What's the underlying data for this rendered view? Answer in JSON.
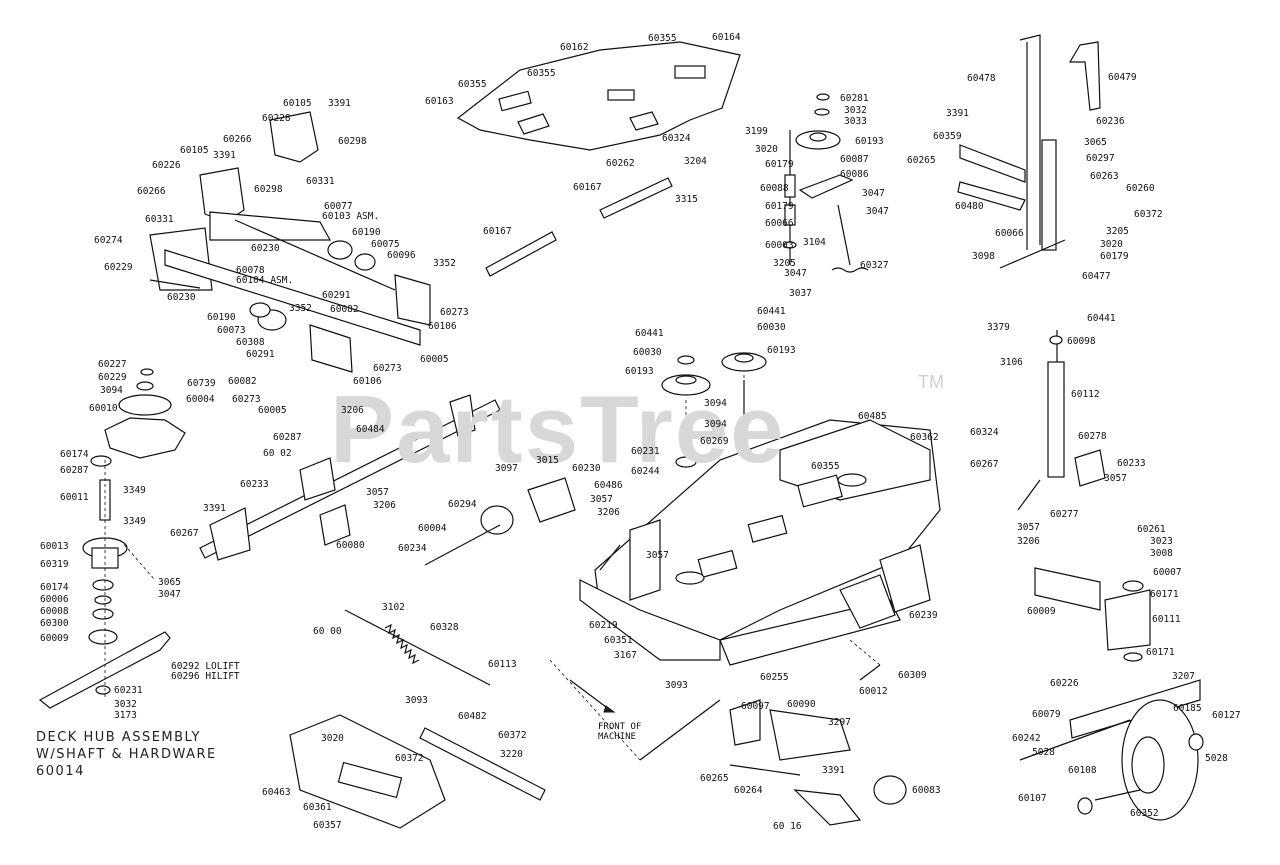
{
  "watermark": "PartsTree",
  "trademark": "TM",
  "title_block": {
    "line1": "DECK HUB ASSEMBLY",
    "line2": "W/SHAFT & HARDWARE",
    "line3": "60014"
  },
  "front_note": {
    "line1": "FRONT OF",
    "line2": "MACHINE"
  },
  "parts": {
    "p60164": "60164",
    "p60355a": "60355",
    "p60162": "60162",
    "p60355b": "60355",
    "p60355c": "60355",
    "p60163": "60163",
    "p60324a": "60324",
    "p60262": "60262",
    "p3204": "3204",
    "p60167a": "60167",
    "p3315": "3315",
    "p60167b": "60167",
    "p60281": "60281",
    "p3032a": "3032",
    "p3033": "3033",
    "p3199": "3199",
    "p60193a": "60193",
    "p3020a": "3020",
    "p60087": "60087",
    "p60179a": "60179",
    "p60086": "60086",
    "p60088": "60088",
    "p3047a": "3047",
    "p60179b": "60179",
    "p3047b": "3047",
    "p60066a": "60066",
    "p60003": "60003",
    "p3104": "3104",
    "p3205a": "3205",
    "p60327": "60327",
    "p3047c": "3047",
    "p3037": "3037",
    "p60478": "60478",
    "p60479": "60479",
    "p3391a": "3391",
    "p60236": "60236",
    "p60359": "60359",
    "p3065a": "3065",
    "p60265a": "60265",
    "p60297": "60297",
    "p60263": "60263",
    "p60260": "60260",
    "p60480": "60480",
    "p60372a": "60372",
    "p3205b": "3205",
    "p60066b": "60066",
    "p3020b": "3020",
    "p3098": "3098",
    "p60179c": "60179",
    "p60477": "60477",
    "p60105a": "60105",
    "p3391b": "3391",
    "p60228": "60228",
    "p60298a": "60298",
    "p60266a": "60266",
    "p60105b": "60105",
    "p3391c": "3391",
    "p60226a": "60226",
    "p60331a": "60331",
    "p60298b": "60298",
    "p60266b": "60266",
    "p60077": "60077",
    "p60103": "60103 ASM.",
    "p60331b": "60331",
    "p60274": "60274",
    "p60230a": "60230",
    "p60190a": "60190",
    "p60075": "60075",
    "p60096": "60096",
    "p60229": "60229",
    "p60078": "60078",
    "p60104": "60104 ASM.",
    "p3352a": "3352",
    "p60230b": "60230",
    "p60291a": "60291",
    "p60273a": "60273",
    "p3352b": "3352",
    "p60082a": "60082",
    "p60190b": "60190",
    "p60106a": "60106",
    "p60073": "60073",
    "p60308": "60308",
    "p60005a": "60005",
    "p60291b": "60291",
    "p60273b": "60273",
    "p60082b": "60082",
    "p60106b": "60106",
    "p60273c": "60273",
    "p60005b": "60005",
    "p3206a": "3206",
    "p60227": "60227",
    "p60229b": "60229",
    "p60739": "60739",
    "p3094a": "3094",
    "p60004": "60004",
    "p60010": "60010",
    "p60441a": "60441",
    "p60441b": "60441",
    "p60030a": "60030",
    "p60030b": "60030",
    "p60193b": "60193",
    "p60193c": "60193",
    "p3094b": "3094",
    "p3094c": "3094",
    "p60269": "60269",
    "p60231a": "60231",
    "p60244": "60244",
    "p3379": "3379",
    "p60441c": "60441",
    "p3106": "3106",
    "p60098": "60098",
    "p60112": "60112",
    "p60278": "60278",
    "p60233a": "60233",
    "p3057a": "3057",
    "p60485": "60485",
    "p60362": "60362",
    "p60324b": "60324",
    "p60267a": "60267",
    "p60355d": "60355",
    "p60484": "60484",
    "p60287a": "60287",
    "p60102": "60 02",
    "p60233b": "60233",
    "p3057b": "3057",
    "p3206b": "3206",
    "p3391d": "3391",
    "p60267b": "60267",
    "p60080": "60080",
    "p3097": "3097",
    "p3015": "3015",
    "p60230c": "60230",
    "p60486": "60486",
    "p3057c": "3057",
    "p3206c": "3206",
    "p60294": "60294",
    "p60004b": "60004",
    "p60234": "60234",
    "p60174a": "60174",
    "p60287b": "60287",
    "p60011": "60011",
    "p3349a": "3349",
    "p3349b": "3349",
    "p60013": "60013",
    "p60319": "60319",
    "p60277": "60277",
    "p3057d": "3057",
    "p3206d": "3206",
    "p60261": "60261",
    "p3023": "3023",
    "p3008": "3008",
    "p60007": "60007",
    "p60171a": "60171",
    "p60009": "60009",
    "p60111": "60111",
    "p3065b": "3065",
    "p3047d": "3047",
    "p60174b": "60174",
    "p60006": "60006",
    "p60008": "60008",
    "p60300": "60300",
    "p60009b": "60009",
    "p3057e": "3057",
    "p60219": "60219",
    "p60351": "60351",
    "p3167": "3167",
    "p3093a": "3093",
    "p60239": "60239",
    "p60255": "60255",
    "p60012": "60012",
    "p60309": "60309",
    "p3102": "3102",
    "p60100": "60 00",
    "p60328": "60328",
    "p60113": "60113",
    "p60292": "60292 LOLIFT",
    "p60296": "60296 HILIFT",
    "p60231b": "60231",
    "p3032b": "3032",
    "p3173": "3173",
    "p60171b": "60171",
    "p60226b": "60226",
    "p3207": "3207",
    "p60079": "60079",
    "p60185": "60185",
    "p60127": "60127",
    "p60242": "60242",
    "p5028a": "5028",
    "p60108": "60108",
    "p5028b": "5028",
    "p60107": "60107",
    "p60352": "60352",
    "p3093b": "3093",
    "p60482": "60482",
    "p3020c": "3020",
    "p60372b": "60372",
    "p60372c": "60372",
    "p3220": "3220",
    "p60463": "60463",
    "p60361": "60361",
    "p60357": "60357",
    "p60097": "60097",
    "p60090": "60090",
    "p3297": "3297",
    "p60265b": "60265",
    "p3391e": "3391",
    "p60264": "60264",
    "p60083": "60083",
    "p60116": "60 16"
  }
}
